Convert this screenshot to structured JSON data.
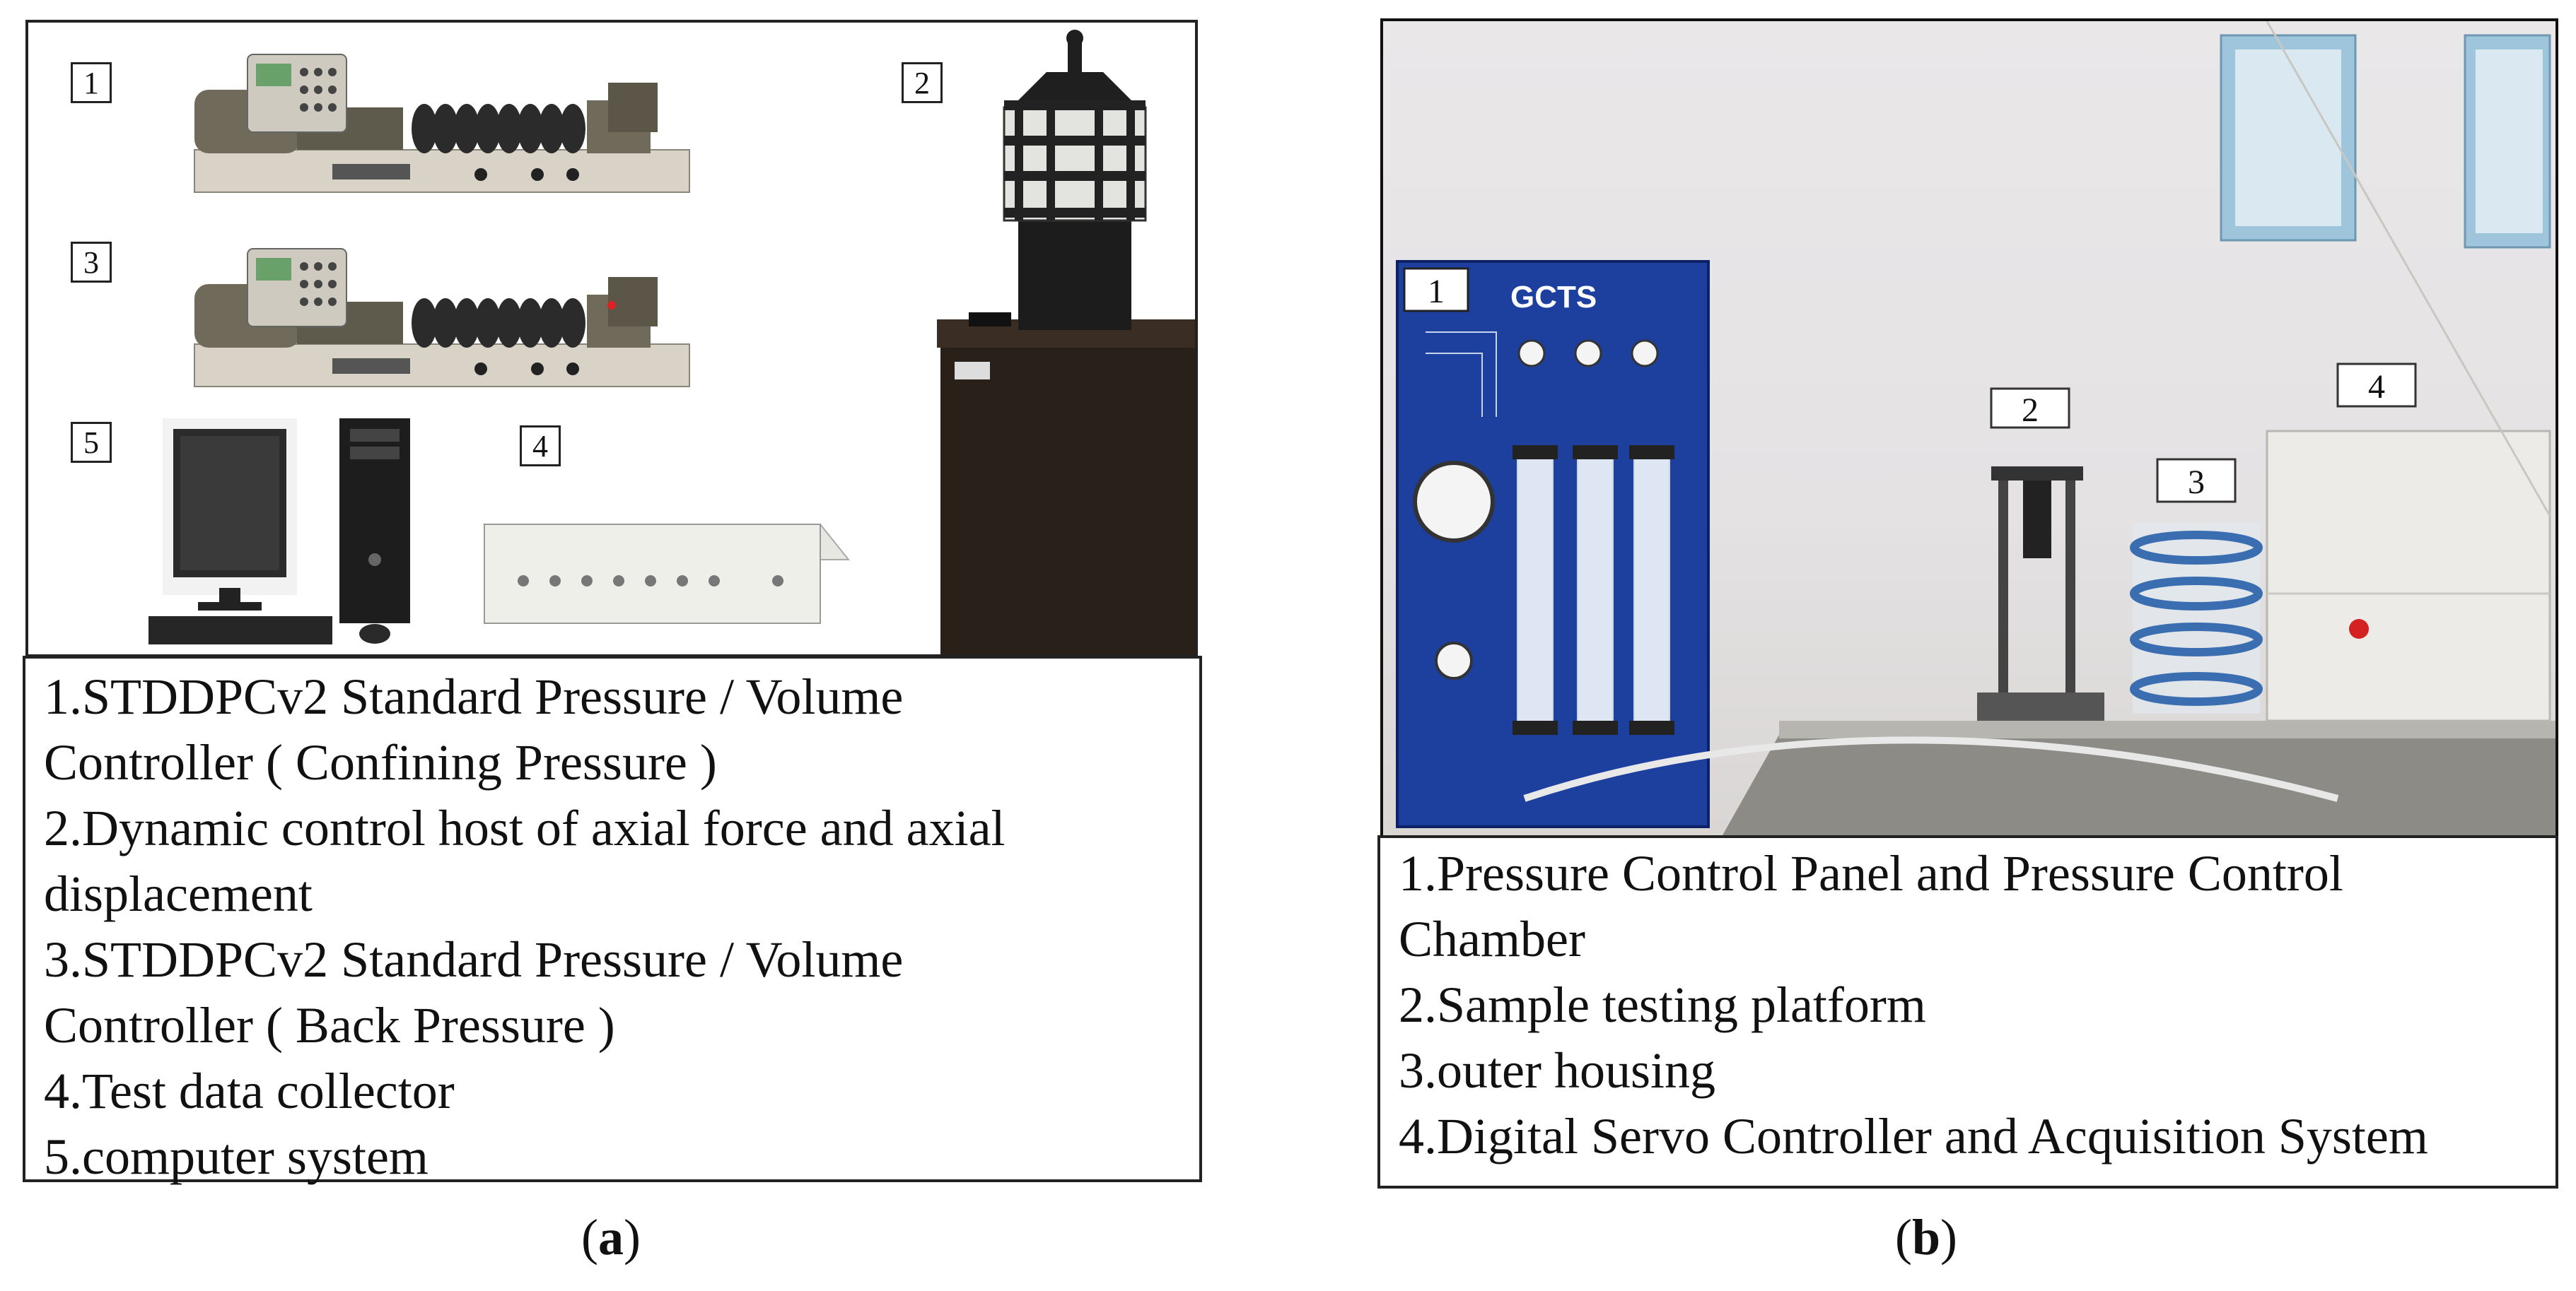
{
  "panel_a": {
    "markers": [
      "1",
      "2",
      "3",
      "4",
      "5"
    ],
    "caption_lines": [
      "1.STDDPCv2 Standard Pressure / Volume",
      "Controller ( Confining Pressure )",
      "2.Dynamic control host of axial force and axial",
      "displacement",
      "3.STDDPCv2 Standard Pressure / Volume",
      "Controller ( Back Pressure )",
      "4.Test data collector",
      "5.computer system"
    ],
    "label_open": "(",
    "label_letter": "a",
    "label_close": ")"
  },
  "panel_b": {
    "markers": [
      "1",
      "2",
      "3",
      "4"
    ],
    "brand_text": "GCTS",
    "caption_lines": [
      "1.Pressure Control Panel and Pressure Control",
      "Chamber",
      "2.Sample testing platform",
      "3.outer housing",
      "4.Digital Servo Controller and Acquisition System"
    ],
    "label_open": "(",
    "label_letter": "b",
    "label_close": ")"
  }
}
